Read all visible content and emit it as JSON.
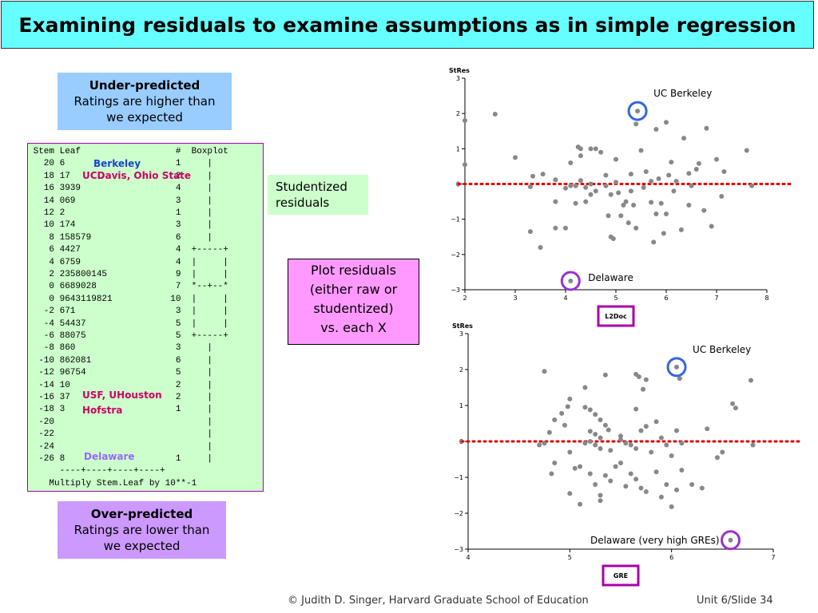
{
  "slide": {
    "title": "Examining residuals to examine assumptions as in simple regression",
    "under_box": {
      "heading": "Under-predicted",
      "line1": "Ratings are higher than",
      "line2": "we expected"
    },
    "over_box": {
      "heading": "Over-predicted",
      "line1": "Ratings are lower than",
      "line2": "we expected"
    },
    "studentized_box": {
      "line1": "Studentized",
      "line2": "residuals"
    },
    "plot_box": {
      "line1": "Plot residuals",
      "line2": "(either raw or",
      "line3": "studentized)",
      "line4": "vs. each X"
    },
    "footer": {
      "credit": "© Judith D. Singer, Harvard Graduate School of Education",
      "slide_number": "Unit 6/Slide 34"
    }
  },
  "stem_leaf": {
    "header": " Stem Leaf                  #  Boxplot",
    "rows": [
      "   20 6                     1     |",
      "   18 17                    2     |",
      "   16 3939                  4     |",
      "   14 069                   3     |",
      "   12 2                     1     |",
      "   10 174                   3     |",
      "    8 158579                6     |",
      "    6 4427                  4  +-----+",
      "    4 6759                  4  |     |",
      "    2 235800145             9  |     |",
      "    0 6689028               7  *--+--*",
      "    0 9643119821           10  |     |",
      "   -2 671                   3  |     |",
      "   -4 54437                 5  |     |",
      "   -6 88075                 5  +-----+",
      "   -8 860                   3     |",
      "  -10 862081                6     |",
      "  -12 96754                 5     |",
      "  -14 10                    2     |",
      "  -16 37                    2     |",
      "  -18 3                     1     |",
      "  -20                             |",
      "  -22                             |",
      "  -24                             |",
      "  -26 8                     1     |"
    ],
    "axis_line": "      ----+----+----+----+",
    "multiply_note": "    Multiply Stem.Leaf by 10**-1",
    "annotations": {
      "berkeley": "Berkeley",
      "ucdavis": "UCDavis, Ohio State",
      "usf": "USF, UHouston",
      "hofstra": "Hofstra",
      "delaware": "Delaware"
    },
    "colors": {
      "berkeley": "#1a44cc",
      "ucdavis": "#cc0066",
      "usf": "#cc0066",
      "hofstra": "#cc0066",
      "delaware": "#9966ff"
    }
  },
  "chart_data": [
    {
      "type": "scatter",
      "ylabel": "StRes",
      "xlabel": "L2Doc",
      "xlim": [
        2,
        8
      ],
      "ylim": [
        -3,
        3
      ],
      "xticks": [
        "2",
        "3",
        "4",
        "5",
        "6",
        "7",
        "8"
      ],
      "yticks": [
        "−3",
        "−2",
        "−1",
        "0",
        "1",
        "2",
        "3"
      ],
      "reference_line_y": 0,
      "highlight": [
        {
          "label": "UC Berkeley",
          "x": 5.43,
          "y": 2.07,
          "circle_color": "#3366dd"
        },
        {
          "label": "Delaware",
          "x": 4.1,
          "y": -2.75,
          "circle_color": "#9933cc"
        }
      ],
      "points": [
        [
          2.0,
          1.8
        ],
        [
          2.0,
          0.55
        ],
        [
          2.6,
          1.98
        ],
        [
          3.0,
          0.75
        ],
        [
          3.3,
          -1.35
        ],
        [
          3.5,
          -1.8
        ],
        [
          3.35,
          0.22
        ],
        [
          3.3,
          -0.08
        ],
        [
          3.55,
          0.28
        ],
        [
          3.8,
          -1.25
        ],
        [
          3.8,
          -0.5
        ],
        [
          3.8,
          0.12
        ],
        [
          4.0,
          -0.12
        ],
        [
          4.0,
          -1.25
        ],
        [
          4.1,
          -0.05
        ],
        [
          4.1,
          0.6
        ],
        [
          4.2,
          -0.05
        ],
        [
          4.2,
          -0.55
        ],
        [
          4.25,
          1.05
        ],
        [
          4.3,
          0.1
        ],
        [
          4.3,
          1.0
        ],
        [
          4.3,
          0.8
        ],
        [
          4.4,
          -0.1
        ],
        [
          4.4,
          -0.5
        ],
        [
          4.5,
          -0.3
        ],
        [
          4.5,
          0.0
        ],
        [
          4.5,
          1.0
        ],
        [
          4.6,
          1.0
        ],
        [
          4.6,
          -0.2
        ],
        [
          4.7,
          0.9
        ],
        [
          4.8,
          0.25
        ],
        [
          4.8,
          -0.05
        ],
        [
          4.85,
          -0.9
        ],
        [
          4.9,
          -0.3
        ],
        [
          4.9,
          -1.5
        ],
        [
          4.95,
          -1.55
        ],
        [
          5.0,
          0.7
        ],
        [
          5.0,
          0.05
        ],
        [
          5.05,
          -0.25
        ],
        [
          5.1,
          -0.9
        ],
        [
          5.15,
          -0.6
        ],
        [
          5.2,
          -0.5
        ],
        [
          5.25,
          -1.1
        ],
        [
          5.3,
          0.28
        ],
        [
          5.3,
          -0.2
        ],
        [
          5.35,
          -0.6
        ],
        [
          5.4,
          -1.25
        ],
        [
          5.4,
          1.7
        ],
        [
          5.5,
          0.95
        ],
        [
          5.55,
          -0.1
        ],
        [
          5.6,
          0.35
        ],
        [
          5.7,
          0.08
        ],
        [
          5.7,
          -0.52
        ],
        [
          5.75,
          -1.65
        ],
        [
          5.8,
          1.55
        ],
        [
          5.8,
          -0.85
        ],
        [
          5.85,
          0.15
        ],
        [
          5.9,
          -0.55
        ],
        [
          5.95,
          -1.4
        ],
        [
          6.0,
          -0.85
        ],
        [
          6.0,
          1.75
        ],
        [
          6.05,
          0.25
        ],
        [
          6.1,
          0.62
        ],
        [
          6.15,
          -0.2
        ],
        [
          6.2,
          0.08
        ],
        [
          6.3,
          -1.3
        ],
        [
          6.35,
          1.3
        ],
        [
          6.45,
          0.3
        ],
        [
          6.45,
          -0.6
        ],
        [
          6.5,
          -0.05
        ],
        [
          6.6,
          0.42
        ],
        [
          6.65,
          0.58
        ],
        [
          6.75,
          -0.75
        ],
        [
          6.8,
          1.58
        ],
        [
          6.9,
          -1.2
        ],
        [
          7.0,
          0.7
        ],
        [
          7.1,
          -0.35
        ],
        [
          7.15,
          0.35
        ],
        [
          7.6,
          0.95
        ],
        [
          7.7,
          -0.05
        ]
      ]
    },
    {
      "type": "scatter",
      "ylabel": "StRes",
      "xlabel": "GRE",
      "xlim": [
        4,
        7
      ],
      "ylim": [
        -3,
        3
      ],
      "xticks": [
        "4",
        "5",
        "6",
        "7"
      ],
      "yticks": [
        "−3",
        "−2",
        "−1",
        "0",
        "1",
        "2",
        "3"
      ],
      "reference_line_y": 0,
      "highlight": [
        {
          "label": "UC Berkeley",
          "x": 6.05,
          "y": 2.07,
          "circle_color": "#3366dd"
        },
        {
          "label": "Delaware (very high GREs)",
          "x": 6.58,
          "y": -2.75,
          "circle_color": "#9933cc"
        }
      ],
      "points": [
        [
          4.75,
          1.95
        ],
        [
          5.65,
          1.87
        ],
        [
          5.35,
          1.85
        ],
        [
          5.68,
          1.8
        ],
        [
          6.08,
          1.75
        ],
        [
          5.75,
          1.72
        ],
        [
          6.78,
          1.7
        ],
        [
          5.15,
          1.5
        ],
        [
          5.72,
          1.45
        ],
        [
          6.6,
          1.05
        ],
        [
          6.63,
          0.93
        ],
        [
          5.65,
          0.9
        ],
        [
          5.0,
          1.18
        ],
        [
          4.98,
          0.97
        ],
        [
          4.92,
          0.78
        ],
        [
          4.85,
          0.6
        ],
        [
          4.95,
          0.45
        ],
        [
          5.15,
          0.95
        ],
        [
          5.2,
          0.88
        ],
        [
          5.25,
          0.75
        ],
        [
          5.3,
          0.6
        ],
        [
          5.35,
          0.45
        ],
        [
          5.38,
          0.32
        ],
        [
          5.2,
          0.28
        ],
        [
          5.25,
          0.2
        ],
        [
          5.3,
          0.1
        ],
        [
          5.2,
          0.0
        ],
        [
          5.15,
          -0.05
        ],
        [
          5.25,
          -0.1
        ],
        [
          5.3,
          -0.2
        ],
        [
          5.4,
          -0.25
        ],
        [
          5.5,
          0.15
        ],
        [
          5.5,
          0.05
        ],
        [
          5.55,
          -0.05
        ],
        [
          5.6,
          -0.1
        ],
        [
          5.65,
          -0.2
        ],
        [
          5.7,
          0.3
        ],
        [
          5.75,
          0.42
        ],
        [
          5.8,
          -0.3
        ],
        [
          5.85,
          0.55
        ],
        [
          5.9,
          0.1
        ],
        [
          5.95,
          -0.1
        ],
        [
          6.0,
          -0.4
        ],
        [
          6.05,
          0.3
        ],
        [
          6.1,
          -0.05
        ],
        [
          4.8,
          0.25
        ],
        [
          4.75,
          -0.05
        ],
        [
          4.85,
          -0.6
        ],
        [
          5.0,
          -0.3
        ],
        [
          5.05,
          -0.75
        ],
        [
          5.1,
          -0.7
        ],
        [
          5.2,
          -0.9
        ],
        [
          5.25,
          -1.2
        ],
        [
          5.3,
          -1.5
        ],
        [
          5.35,
          -0.95
        ],
        [
          5.4,
          -1.1
        ],
        [
          5.45,
          -0.7
        ],
        [
          5.5,
          -0.6
        ],
        [
          5.55,
          -1.25
        ],
        [
          5.6,
          -0.9
        ],
        [
          5.65,
          -1.05
        ],
        [
          5.7,
          -1.3
        ],
        [
          5.75,
          -1.4
        ],
        [
          5.85,
          -0.85
        ],
        [
          5.9,
          -1.55
        ],
        [
          5.95,
          -1.2
        ],
        [
          6.0,
          -1.82
        ],
        [
          6.05,
          -1.35
        ],
        [
          6.1,
          -0.8
        ],
        [
          6.2,
          -1.2
        ],
        [
          6.3,
          -1.3
        ],
        [
          6.35,
          0.35
        ],
        [
          6.45,
          -0.45
        ],
        [
          6.5,
          -0.3
        ],
        [
          6.8,
          -0.1
        ],
        [
          4.7,
          -0.1
        ],
        [
          4.82,
          -0.9
        ],
        [
          5.0,
          -1.45
        ],
        [
          5.1,
          -1.75
        ],
        [
          5.3,
          -1.65
        ]
      ]
    }
  ]
}
